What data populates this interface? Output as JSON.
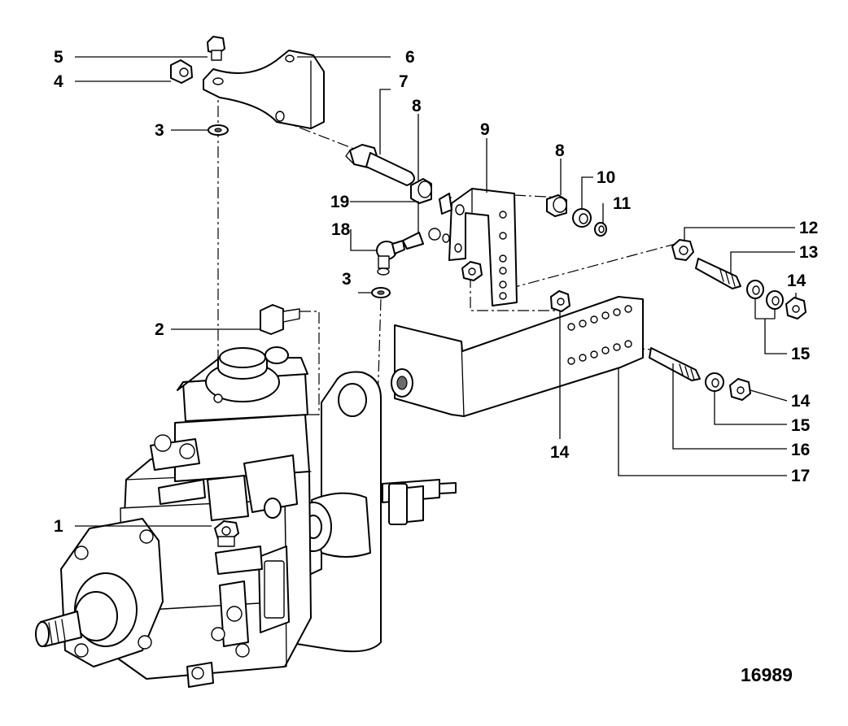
{
  "figure_number": "16989",
  "callouts": {
    "c1": "1",
    "c2": "2",
    "c3a": "3",
    "c3b": "3",
    "c4": "4",
    "c5": "5",
    "c6": "6",
    "c7": "7",
    "c8a": "8",
    "c8b": "8",
    "c9": "9",
    "c10": "10",
    "c11": "11",
    "c12": "12",
    "c13": "13",
    "c14a": "14",
    "c14b": "14",
    "c14c": "14",
    "c15a": "15",
    "c15b": "15",
    "c16": "16",
    "c17": "17",
    "c18": "18",
    "c19": "19"
  }
}
